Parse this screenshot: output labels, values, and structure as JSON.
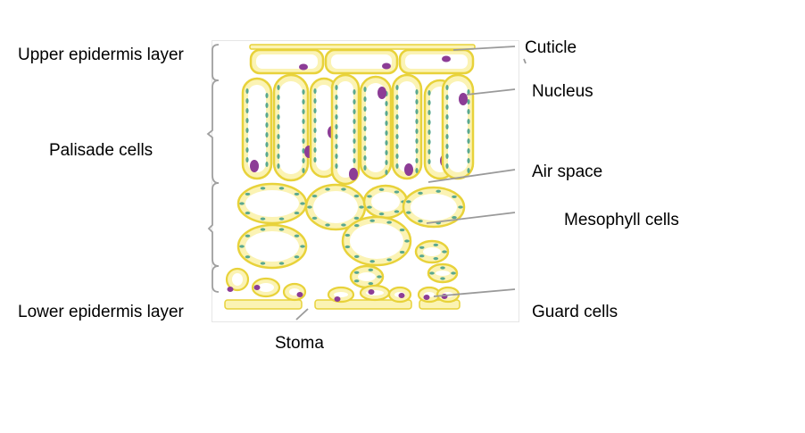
{
  "labels": {
    "upper_epidermis": "Upper epidermis layer",
    "palisade": "Palisade cells",
    "lower_epidermis": "Lower epidermis layer",
    "stoma": "Stoma",
    "cuticle": "Cuticle",
    "nucleus": "Nucleus",
    "air_space": "Air space",
    "mesophyll": "Mesophyll cells",
    "guard_cells": "Guard cells"
  },
  "colors": {
    "cell_wall": "#e8d23a",
    "cell_fill": "#fbf3b4",
    "cell_inner": "#ffffff",
    "chloroplast": "#5aa890",
    "nucleus": "#8c3c96",
    "leader_line": "#9a9a9a",
    "bracket": "#a0a0a0"
  }
}
